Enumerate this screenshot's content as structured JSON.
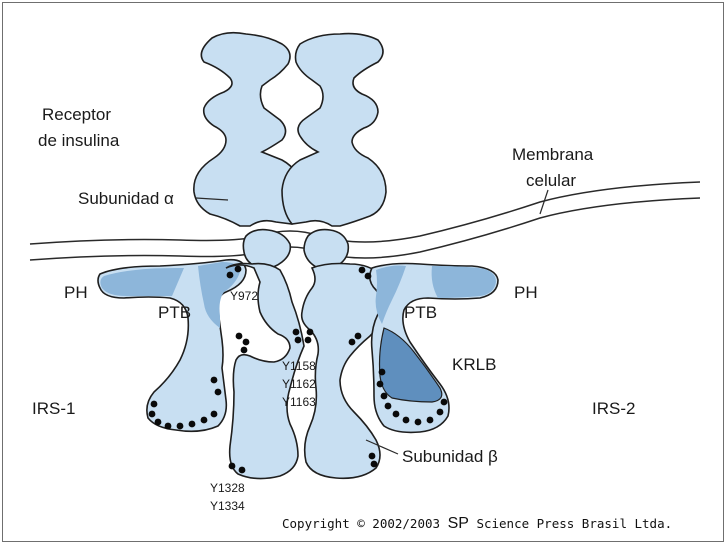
{
  "labels": {
    "receptor_line1": "Receptor",
    "receptor_line2": "de insulina",
    "subunit_alpha": "Subunidad α",
    "membrane_line1": "Membrana",
    "membrane_line2": "celular",
    "ph_left": "PH",
    "ph_right": "PH",
    "ptb_left": "PTB",
    "ptb_right": "PTB",
    "krlb": "KRLB",
    "irs1": "IRS-1",
    "irs2": "IRS-2",
    "y972": "Y972",
    "y1158": "Y1158",
    "y1162": "Y1162",
    "y1163": "Y1163",
    "y1328": "Y1328",
    "y1334": "Y1334",
    "subunit_beta": "Subunidad β"
  },
  "copyright": {
    "prefix": "Copyright © 2002/2003",
    "brand": "SP",
    "suffix": "Science Press Brasil Ltda."
  },
  "colors": {
    "protein_fill": "#c8dff2",
    "domain_mid": "#8db6da",
    "domain_dark": "#5f8fbe",
    "outline": "#1f1f1f",
    "phospho_dot": "#0a0a0a"
  }
}
